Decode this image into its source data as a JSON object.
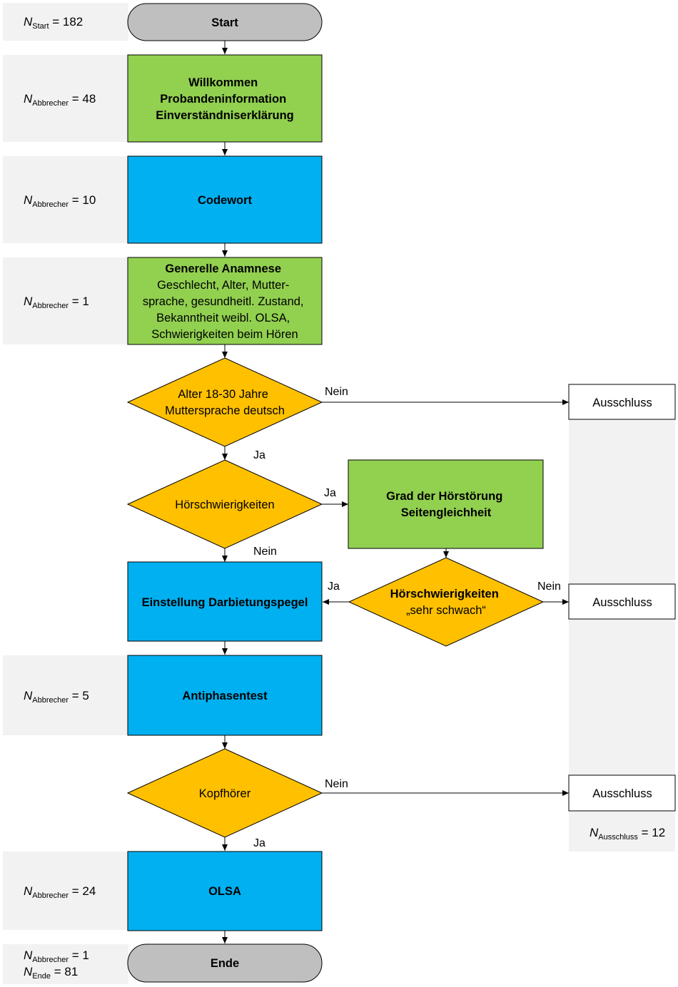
{
  "colors": {
    "terminal": "#BFBFBF",
    "green": "#92D050",
    "blue": "#00B0F0",
    "decision": "#FFC000",
    "panel": "#F2F2F2",
    "stroke": "#000000"
  },
  "side_labels": {
    "start": {
      "N": "N",
      "sub": "Start",
      "val": " = 182"
    },
    "willkommen": {
      "N": "N",
      "sub": "Abbrecher",
      "val": " = 48"
    },
    "codewort": {
      "N": "N",
      "sub": "Abbrecher",
      "val": " = 10"
    },
    "anamnese": {
      "N": "N",
      "sub": "Abbrecher",
      "val": " = 1"
    },
    "antiphasentest": {
      "N": "N",
      "sub": "Abbrecher",
      "val": " = 5"
    },
    "olsa": {
      "N": "N",
      "sub": "Abbrecher",
      "val": " = 24"
    },
    "ende_abbrecher": {
      "N": "N",
      "sub": "Abbrecher",
      "val": " = 1"
    },
    "ende": {
      "N": "N",
      "sub": "Ende",
      "val": " = 81"
    },
    "ausschluss": {
      "N": "N",
      "sub": "Ausschluss",
      "val": " = 12"
    }
  },
  "nodes": {
    "start": "Start",
    "willkommen": [
      "Willkommen",
      "Probandeninformation",
      "Einverständniserklärung"
    ],
    "codewort": "Codewort",
    "anamnese_title": "Generelle Anamnese",
    "anamnese_lines": [
      "Geschlecht, Alter, Mutter-",
      "sprache, gesundheitl. Zustand,",
      "Bekanntheit weibl. OLSA,",
      "Schwierigkeiten beim Hören"
    ],
    "alter": [
      "Alter 18-30 Jahre",
      "Muttersprache deutsch"
    ],
    "hoerschwierigkeiten": "Hörschwierigkeiten",
    "grad": [
      "Grad der Hörstörung",
      "Seitengleichheit"
    ],
    "einstellung": "Einstellung Darbietungspegel",
    "sehr_schwach_title": "Hörschwierigkeiten",
    "sehr_schwach_sub": "„sehr schwach“",
    "antiphasentest": "Antiphasentest",
    "kopfhoerer": "Kopfhörer",
    "olsa": "OLSA",
    "ende": "Ende",
    "ausschluss_1": "Ausschluss",
    "ausschluss_2": "Ausschluss",
    "ausschluss_3": "Ausschluss"
  },
  "edges": {
    "alter_nein": "Nein",
    "alter_ja": "Ja",
    "hoer_ja": "Ja",
    "hoer_nein": "Nein",
    "schwach_ja": "Ja",
    "schwach_nein": "Nein",
    "kopf_nein": "Nein",
    "kopf_ja": "Ja"
  }
}
